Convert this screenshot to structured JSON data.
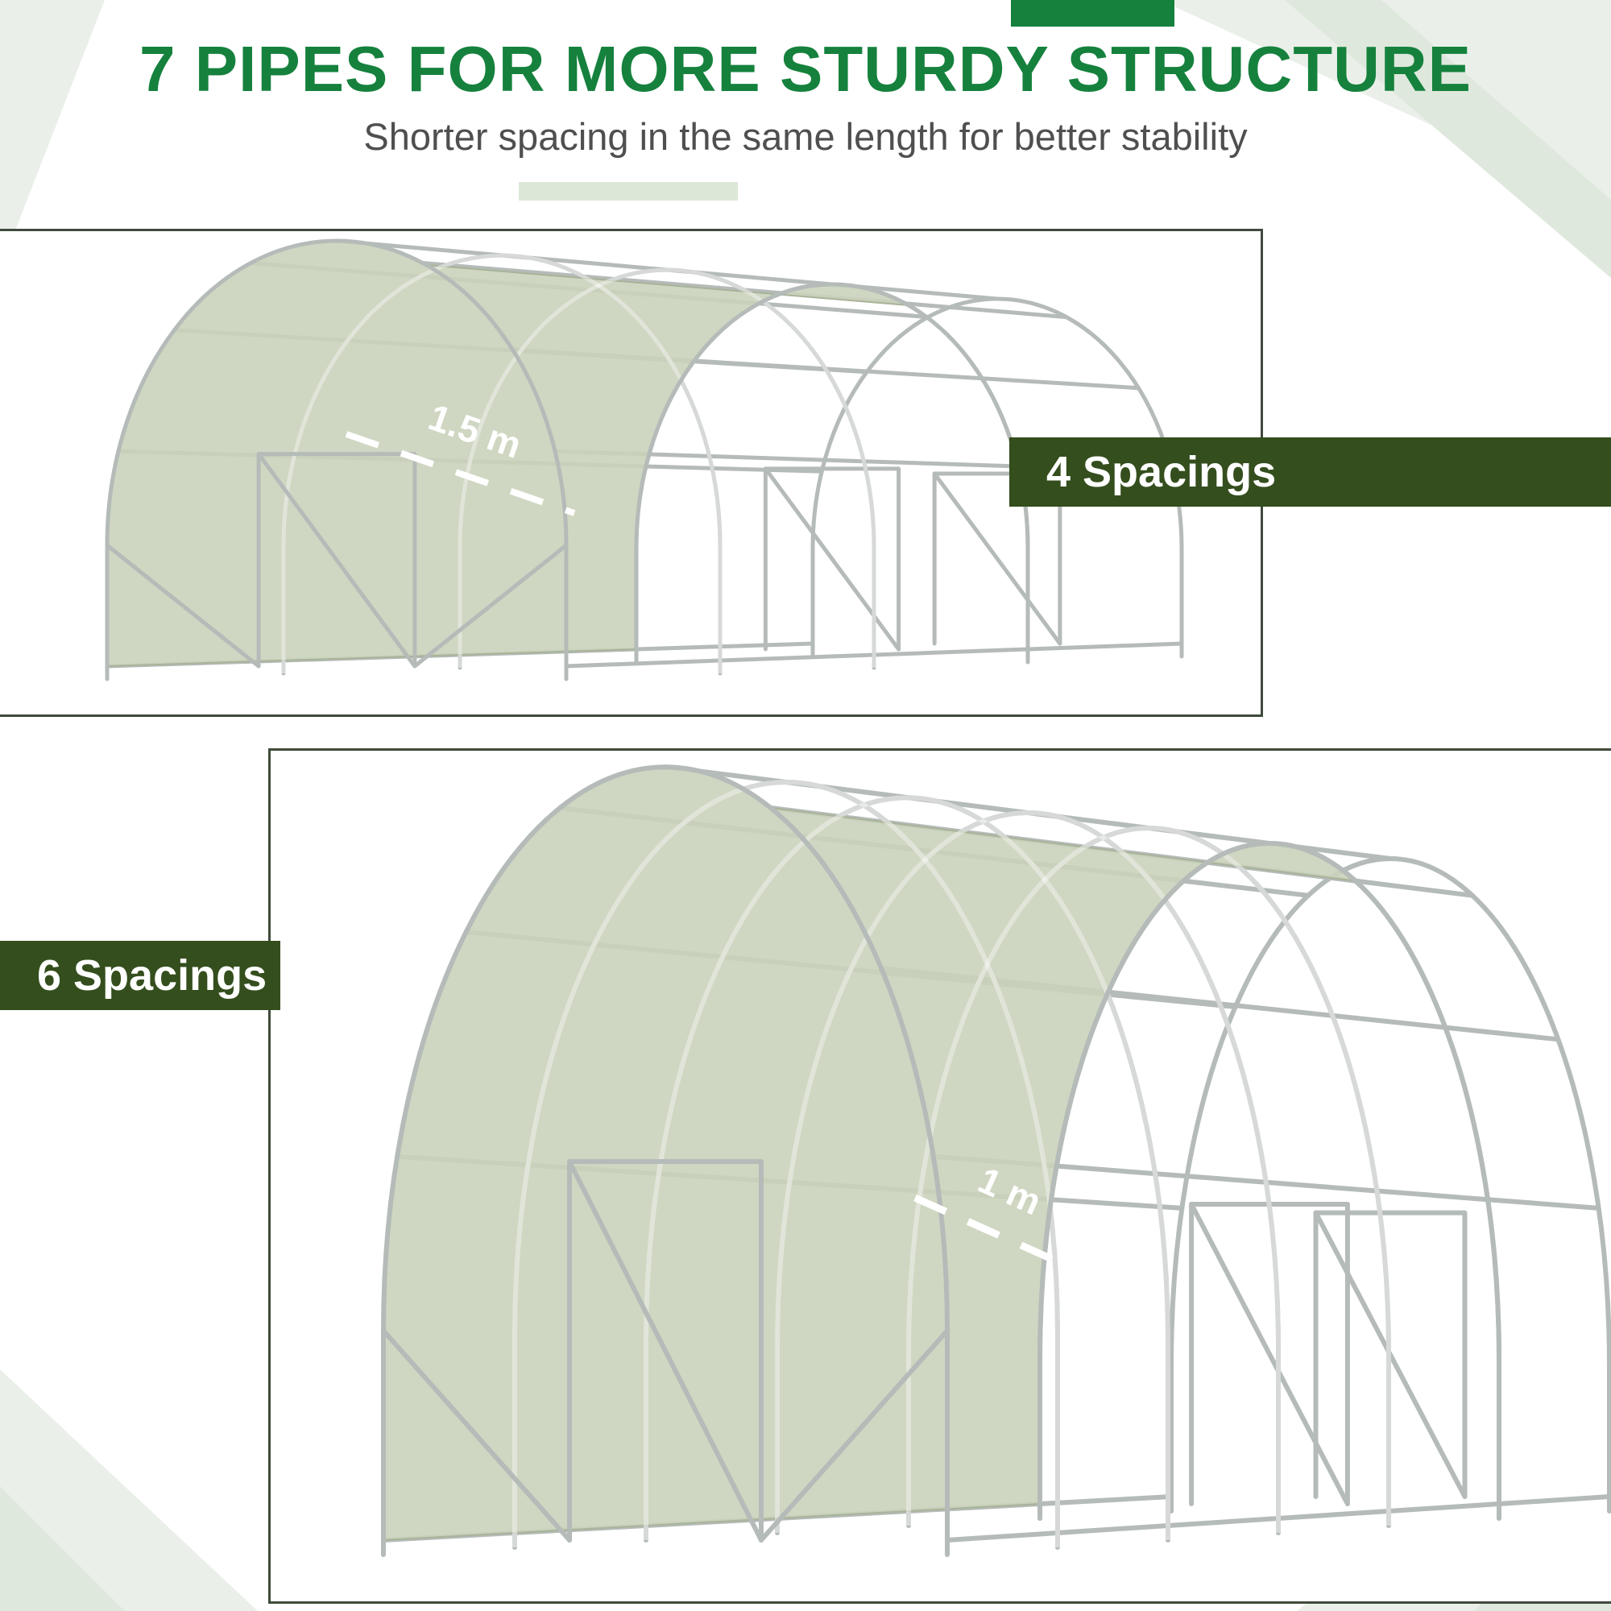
{
  "header": {
    "title": "7 PIPES FOR MORE STURDY STRUCTURE",
    "subtitle": "Shorter spacing in the same length for better stability"
  },
  "panels": [
    {
      "name": "four-spacings-greenhouse",
      "badge": "4 Spacings",
      "measurement": "1.5 m",
      "pipes": 5,
      "spacings": 4
    },
    {
      "name": "six-spacings-greenhouse",
      "badge": "6 Spacings",
      "measurement": "1 m",
      "pipes": 7,
      "spacings": 6
    }
  ],
  "colors": {
    "accent": "#15813d",
    "badge": "#344e1d",
    "border": "#3f4b3c",
    "bar": "#dce8d7",
    "subtitle_text": "#4f4f4f",
    "frame": "#b5bbb8",
    "tarp": "#cad3bb",
    "tarp_edge": "#a9b399",
    "deco1": "#eaf0e9",
    "deco2": "#dee8dc"
  }
}
